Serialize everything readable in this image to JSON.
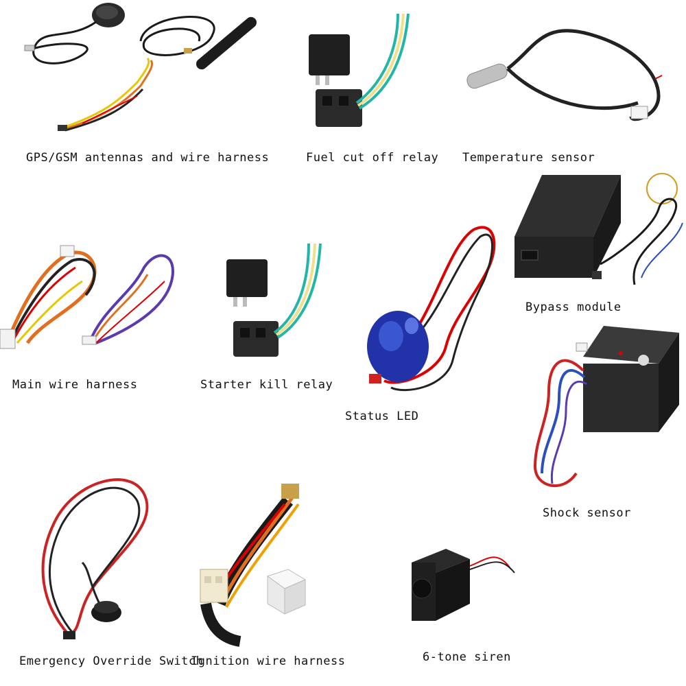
{
  "components": [
    {
      "id": "gps-gsm",
      "label": "GPS/GSM antennas and wire harness"
    },
    {
      "id": "fuel-relay",
      "label": "Fuel cut off relay"
    },
    {
      "id": "temp-sensor",
      "label": "Temperature sensor"
    },
    {
      "id": "bypass",
      "label": "Bypass module"
    },
    {
      "id": "main-harness",
      "label": "Main wire harness"
    },
    {
      "id": "starter-relay",
      "label": "Starter kill relay"
    },
    {
      "id": "status-led",
      "label": "Status LED"
    },
    {
      "id": "shock",
      "label": "Shock sensor"
    },
    {
      "id": "override",
      "label": "Emergency Override Switch"
    },
    {
      "id": "ignition",
      "label": "Ignition wire harness"
    },
    {
      "id": "siren",
      "label": "6-tone siren"
    }
  ]
}
